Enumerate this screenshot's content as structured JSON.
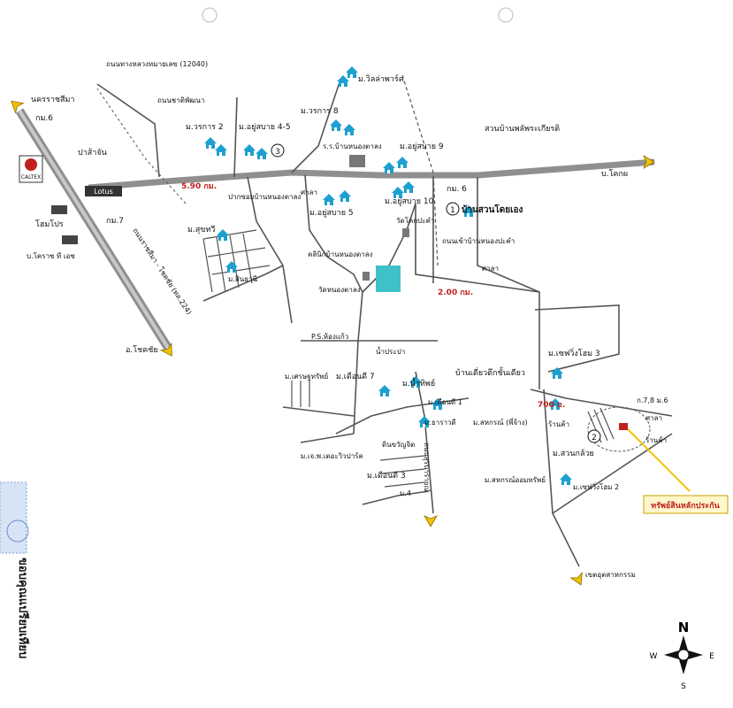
{
  "roads": {
    "hwy_12040": "ถนนทางหลวงหมายเลข (12040)",
    "nakhon_ratchasima": "นครราชสีมา",
    "km6": "กม.6",
    "km7": "กม.7",
    "pa_sam_chan": "ปาส้าจัน",
    "korat_chokchai_rd": "ถนนราชสีมา - โชคชัย (ทล.224)",
    "chokchai": "อ.โชคชัย",
    "nong_yang_rd": "ถนนชาติพัฒนา",
    "soi_nong_yang": "ปากซอยบ้านหนองตาลง",
    "sala1": "ศาลา",
    "sala2": "ศาลา",
    "sala3": "ศาลา",
    "ban_khok": "บ.โคกผ",
    "km6_right": "กม. 6",
    "ban_suan": "บ้านสวนโดยเอง",
    "dist_5km": "5.90 กม.",
    "dist_2km": "2.00 กม.",
    "dist_700m": "700 ม.",
    "suan_ban_area": "สวนบ้านพลัพระเกียรติ",
    "ban_nong_ta_long_school": "ร.ร.บ้านหนองตาลง",
    "wat_nong_ta_long": "วัดหนองตาลง",
    "clinic": "คลินิกบ้านหนองตาลง",
    "wat_rai": "วัดโคกปะคำ",
    "to_ban_phrao": "ถนนเข้าบ้านหนองปะคำ",
    "ps_health": "P.S.ห้องแก้ว",
    "water": "น้ำประปา",
    "ban_sunthan": "บ้านเดี่ยวตึกชั้นเดียว",
    "industrial_zone": "เขตอุตสาหกรรม",
    "km78": "ก.7,8 ม.6",
    "shop1": "ร้านค้า",
    "shop2": "ร้านค้า",
    "collateral": "ทรัพย์สินหลักประกัน",
    "clinic2": "ดินขวัญจิต",
    "hospital_road": "ถนนสุรนารายณ์",
    "vertical_text": "ขอบคุณแปรียบเทียบ"
  },
  "villages": {
    "villa_park": "ม.วิลล่าพาร์ค",
    "worakan8": "ม.วรการ 8",
    "worakan2": "ม.วรการ 2",
    "yoosabai45": "ม.อยู่สบาย 4-5",
    "yoosabai9": "ม.อยู่สบาย 9",
    "yoosabai5": "ม.อยู่สบาย 5",
    "yoosabai10": "ม.อยู่สบาย 10",
    "sunbee": "ม.สุขทวี",
    "sinthani": "ม.สินธานี",
    "setthasap": "ม.เศรษฐทรัพย์",
    "duangdee7": "ม.เดือนดี 7",
    "namthip": "ม.น้ำทิพย์",
    "duangdee1": "ม.เดือนดี 1",
    "wararak": "ม.ธาราวดี",
    "sahakorn": "ม.สหกรณ์ (พี่จ้าง)",
    "mc_zeeno": "ม.เซฟวิ่งโฮม 3",
    "suan_kluay": "ม.สวนกล้วย",
    "sahakorn_ruam": "ม.สหกรณ์ออมทรัพย์",
    "zeeno2": "ม.เซฟวิ่งโฮม 2",
    "duangdee3": "ม.เดือนดี 3",
    "mc_ps": "ม.เจ.พ.เดอะวิวปาร์ค",
    "duangdee4": "ม.4"
  },
  "markers": {
    "m1": "1",
    "m2": "2",
    "m3": "3"
  },
  "brands": {
    "caltex": "CALTEX",
    "lotus": "Lotus",
    "homepro": "โฮมโปร",
    "brake": "บ.โคราช ที เอช"
  },
  "compass": {
    "n": "N",
    "s": "S",
    "e": "E",
    "w": "W"
  },
  "colors": {
    "road": "#8f8f8f",
    "arrow": "#f2c200",
    "village": "#1da0cf",
    "red": "#c0201e",
    "pond": "#3fc1c9",
    "callout_bg": "#fff7cc"
  }
}
